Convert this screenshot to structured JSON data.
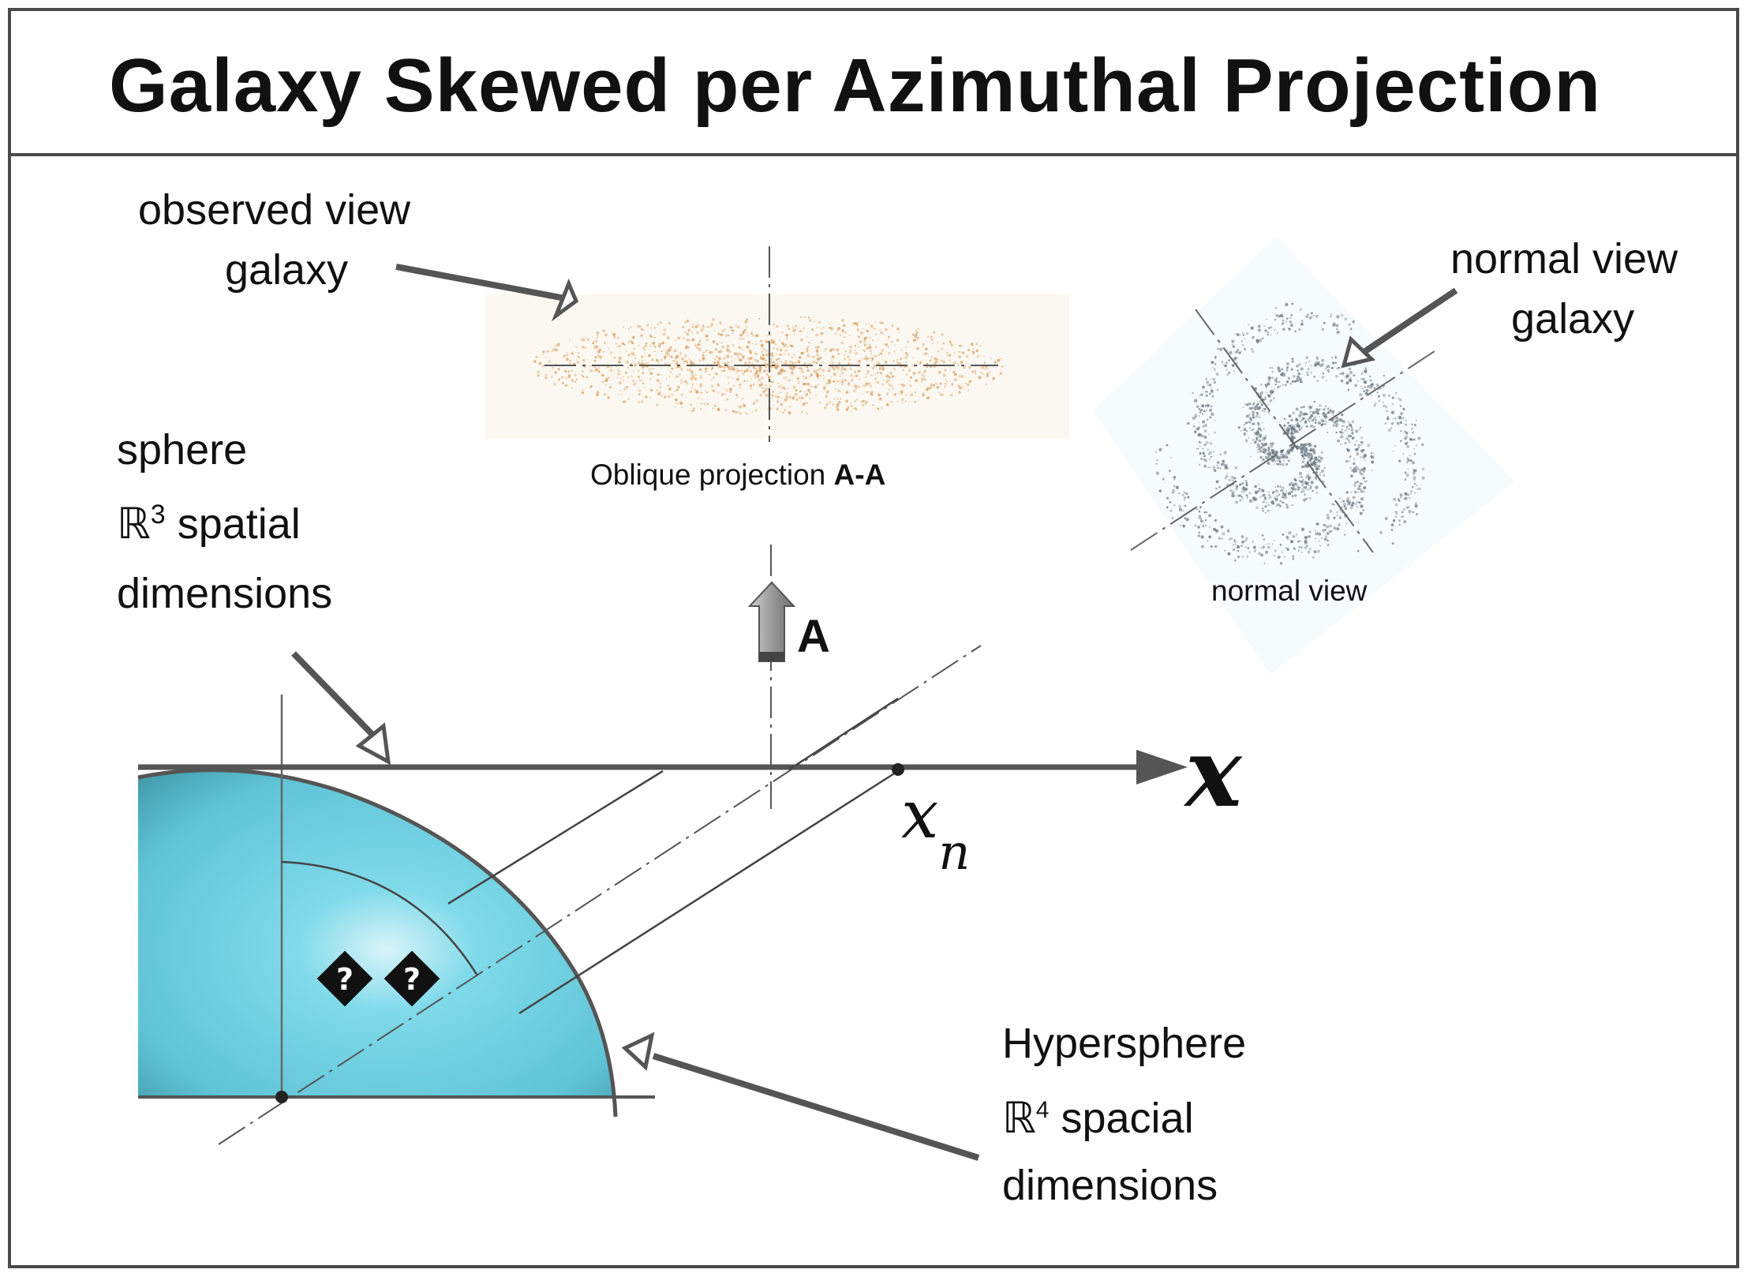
{
  "title": "Galaxy Skewed per Azimuthal Projection",
  "labels": {
    "observed_line1": "observed view",
    "observed_line2": "galaxy",
    "normal_line1": "normal view",
    "normal_line2": "galaxy",
    "sphere_line1": "sphere",
    "sphere_r3_symbol": "ℝ",
    "sphere_r3_exp": "3",
    "sphere_r3_rest": " spatial",
    "sphere_line3": "dimensions",
    "oblique_caption_prefix": "Oblique projection ",
    "oblique_caption_bold": "A-A",
    "normal_view_caption": "normal view",
    "view_arrow_label": "A",
    "axis_label": "x",
    "axis_point_label": "x",
    "axis_point_subscript": "n",
    "hyper_line1": "Hypersphere",
    "hyper_r4_symbol": "ℝ",
    "hyper_r4_exp": "4",
    "hyper_r4_rest": " spacial",
    "hyper_line3": "dimensions",
    "unknown_glyph": "?"
  },
  "colors": {
    "sphere_fill": "#6cd3e6",
    "sphere_dark": "#4aa7b6",
    "observed_galaxy": "#d9a264",
    "normal_galaxy": "#6b7a83",
    "arrow_gray": "#555555"
  }
}
